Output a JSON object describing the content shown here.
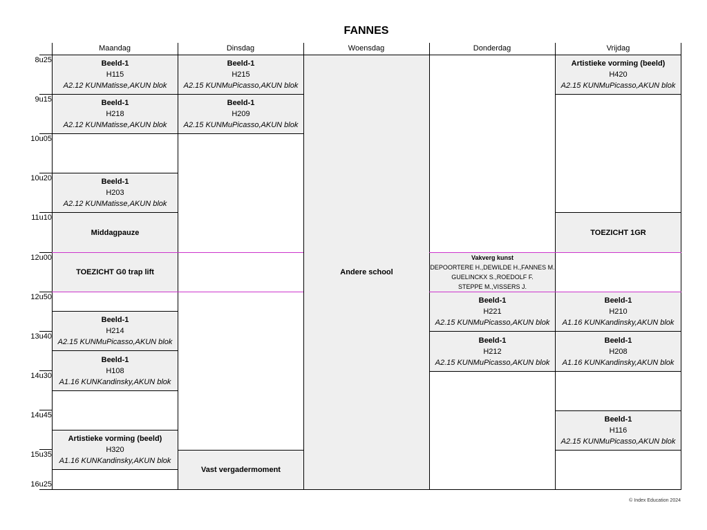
{
  "title": "FANNES",
  "days": [
    "Maandag",
    "Dinsdag",
    "Woensdag",
    "Donderdag",
    "Vrijdag"
  ],
  "times": [
    "8u25",
    "9u15",
    "10u05",
    "10u20",
    "11u10",
    "12u00",
    "12u50",
    "13u40",
    "14u30",
    "14u45",
    "15u35",
    "16u25"
  ],
  "cells": {
    "mon_1": {
      "subject": "Beeld-1",
      "room": "H115",
      "group": "A2.12 KUNMatisse,AKUN blok"
    },
    "mon_2": {
      "subject": "Beeld-1",
      "room": "H218",
      "group": "A2.12 KUNMatisse,AKUN blok"
    },
    "mon_3": {
      "subject": "Beeld-1",
      "room": "H203",
      "group": "A2.12 KUNMatisse,AKUN blok"
    },
    "mon_4": {
      "text": "Middagpauze"
    },
    "mon_5": {
      "text": "TOEZICHT G0 trap lift"
    },
    "mon_6": {
      "subject": "Beeld-1",
      "room": "H214",
      "group": "A2.15 KUNMuPicasso,AKUN blok"
    },
    "mon_7": {
      "subject": "Beeld-1",
      "room": "H108",
      "group": "A1.16 KUNKandinsky,AKUN blok"
    },
    "mon_8": {
      "subject": "Artistieke vorming (beeld)",
      "room": "H320",
      "group": "A1.16 KUNKandinsky,AKUN blok"
    },
    "tue_1": {
      "subject": "Beeld-1",
      "room": "H215",
      "group": "A2.15 KUNMuPicasso,AKUN blok"
    },
    "tue_2": {
      "subject": "Beeld-1",
      "room": "H209",
      "group": "A2.15 KUNMuPicasso,AKUN blok"
    },
    "tue_3": {
      "text": "Vast vergadermoment"
    },
    "wed_1": {
      "text": "Andere school"
    },
    "thu_1": {
      "title": "Vakverg kunst",
      "lines": [
        "DEPOORTERE H.,DEWILDE H.,FANNES M.",
        "GUELINCKX S.,ROEDOLF F.",
        "STEPPE M.,VISSERS J."
      ]
    },
    "thu_2": {
      "subject": "Beeld-1",
      "room": "H221",
      "group": "A2.15 KUNMuPicasso,AKUN blok"
    },
    "thu_3": {
      "subject": "Beeld-1",
      "room": "H212",
      "group": "A2.15 KUNMuPicasso,AKUN blok"
    },
    "fri_1": {
      "subject": "Artistieke vorming (beeld)",
      "room": "H420",
      "group": "A2.15 KUNMuPicasso,AKUN blok"
    },
    "fri_2": {
      "text": "TOEZICHT 1GR"
    },
    "fri_3": {
      "subject": "Beeld-1",
      "room": "H210",
      "group": "A1.16 KUNKandinsky,AKUN blok"
    },
    "fri_4": {
      "subject": "Beeld-1",
      "room": "H208",
      "group": "A1.16 KUNKandinsky,AKUN blok"
    },
    "fri_5": {
      "subject": "Beeld-1",
      "room": "H116",
      "group": "A2.15 KUNMuPicasso,AKUN blok"
    }
  },
  "footer": "© Index Education 2024"
}
